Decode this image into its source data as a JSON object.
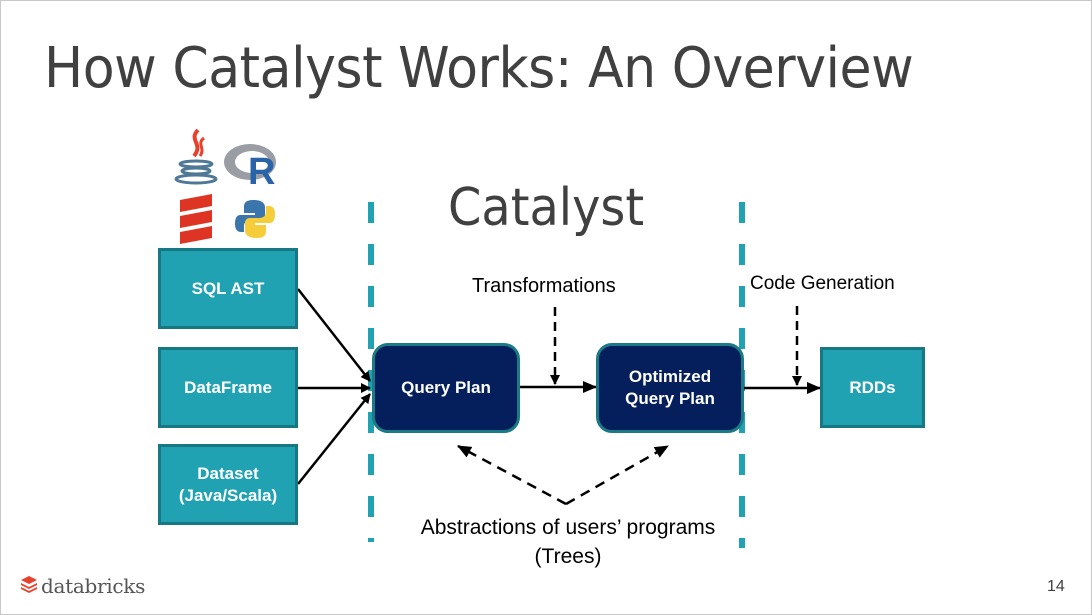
{
  "slide": {
    "title": "How Catalyst Works: An Overview",
    "page_number": "14",
    "brand": "databricks"
  },
  "language_icons": [
    "java-icon",
    "r-icon",
    "scala-icon",
    "python-icon"
  ],
  "diagram": {
    "heading": "Catalyst",
    "inputs": [
      {
        "id": "sql-ast",
        "label": "SQL AST"
      },
      {
        "id": "dataframe",
        "label": "DataFrame"
      },
      {
        "id": "dataset",
        "label": "Dataset\n(Java/Scala)"
      }
    ],
    "query_plan": "Query Plan",
    "optimized_query_plan": "Optimized\nQuery Plan",
    "output": "RDDs",
    "transformations_label": "Transformations",
    "code_generation_label": "Code Generation",
    "abstractions_label": "Abstractions of users’ programs\n(Trees)"
  },
  "colors": {
    "teal": "#20a2b2",
    "teal_border": "#177783",
    "navy": "#041f5c",
    "dashed_divider": "#20a2b2",
    "logo_red": "#e8412c"
  }
}
